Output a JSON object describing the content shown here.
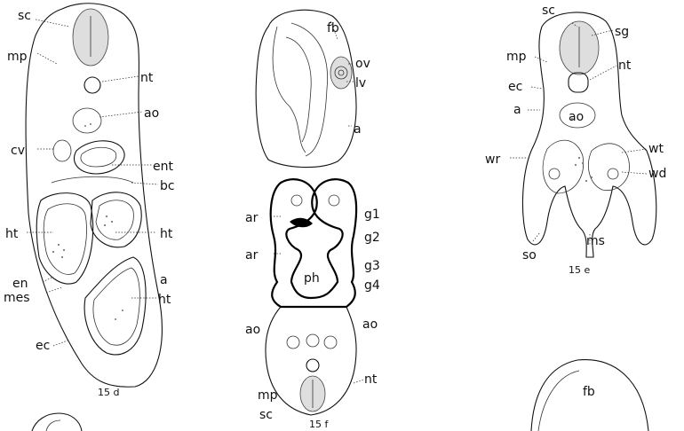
{
  "figures": [
    {
      "id": "15d",
      "caption": "15 d",
      "labels": [
        "sc",
        "mp",
        "nt",
        "ao",
        "cv",
        "ent",
        "bc",
        "ht",
        "ht",
        "en",
        "mes",
        "a",
        "ht",
        "ec"
      ]
    },
    {
      "id": "15f",
      "caption": "15 f",
      "labels": [
        "fb",
        "ov",
        "lv",
        "a",
        "ar",
        "g1",
        "g2",
        "ar",
        "ph",
        "g3",
        "g4",
        "ao",
        "ao",
        "nt",
        "mp",
        "sc"
      ]
    },
    {
      "id": "15e",
      "caption": "15 e",
      "labels": [
        "sc",
        "sg",
        "mp",
        "nt",
        "ec",
        "a",
        "ao",
        "wr",
        "wt",
        "wd",
        "so",
        "ms"
      ]
    },
    {
      "id": "partial",
      "caption": "",
      "labels": [
        "fb"
      ]
    }
  ]
}
